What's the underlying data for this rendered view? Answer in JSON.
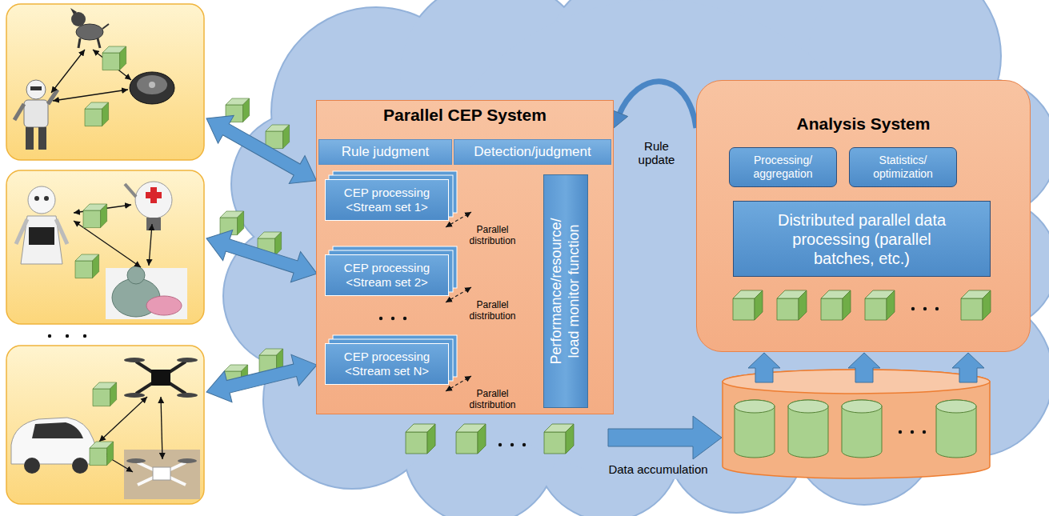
{
  "diagram": {
    "nodes": [
      {
        "text": [
          "Parallel CEP System"
        ]
      },
      {
        "text": [
          "Rule judgment"
        ],
        "in": 0
      },
      {
        "text": [
          "Detection/judgment"
        ],
        "in": 0
      },
      {
        "text": [
          "CEP processing <Stream set 1>"
        ],
        "in": 0
      },
      {
        "text": [
          "CEP processing <Stream set 2>"
        ],
        "in": 0
      },
      {
        "text": [
          "CEP processing <Stream set N>"
        ],
        "in": 0
      },
      {
        "text": [
          "Performance/resource/ load monitor function"
        ],
        "in": 0
      },
      {
        "text": [
          "Analysis System"
        ]
      },
      {
        "text": [
          "Processing/ aggregation"
        ],
        "in": 7
      },
      {
        "text": [
          "Statistics/ optimization"
        ],
        "in": 7
      },
      {
        "text": [
          "Distributed parallel data processing (parallel batches, etc.)"
        ],
        "in": 7
      }
    ],
    "edges": [
      {
        "from": 7,
        "to": 0,
        "arrow": "to",
        "label": "Rule update"
      }
    ],
    "labels": [
      "Parallel distribution",
      "Parallel distribution",
      "Parallel distribution",
      "Data accumulation"
    ]
  }
}
